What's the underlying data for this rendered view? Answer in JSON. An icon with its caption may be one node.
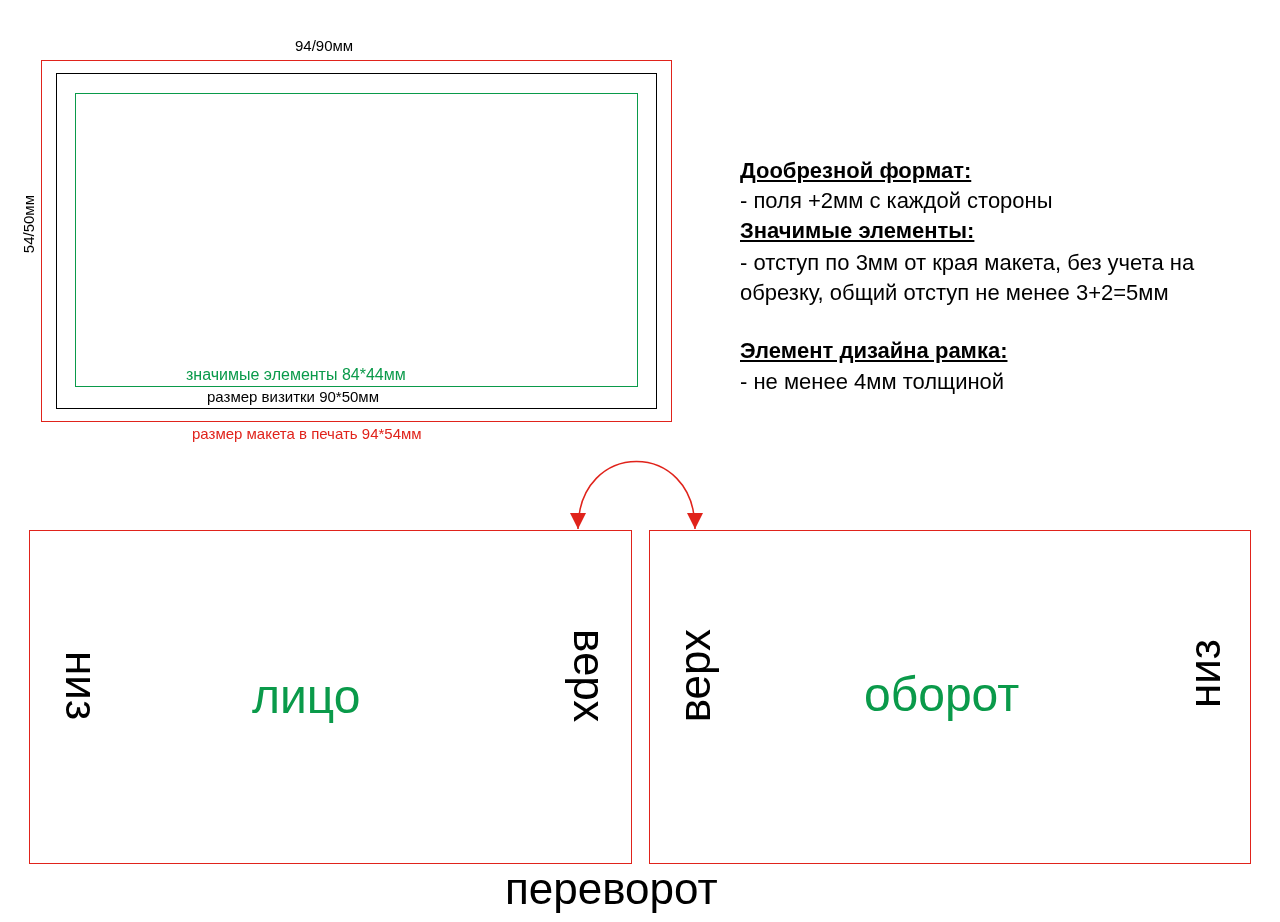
{
  "diagram": {
    "nodes": [
      {
        "text": [
          "размер макета в печать 94*54мм"
        ]
      },
      {
        "text": [
          "размер визитки 90*50мм"
        ],
        "in": 0
      },
      {
        "text": [
          "значимые элементы 84*44мм"
        ],
        "in": 1
      },
      {
        "text": [
          "низ",
          "лицо",
          "верх"
        ]
      },
      {
        "text": [
          "верх",
          "оборот",
          "низ"
        ]
      }
    ],
    "edges": [
      {
        "from": 3,
        "to": 4,
        "arrow": "both",
        "color": "#e0231b"
      }
    ],
    "labels": [
      "94/90мм",
      "54/50мм",
      "Дообрезной формат:",
      "- поля +2мм с каждой стороны",
      "Значимые элементы:",
      "- отступ по 3мм от края макета, без учета на обрезку, общий отступ не менее 3+2=5мм",
      "Элемент дизайна рамка:",
      "- не менее 4мм толщиной",
      "переворот"
    ]
  }
}
